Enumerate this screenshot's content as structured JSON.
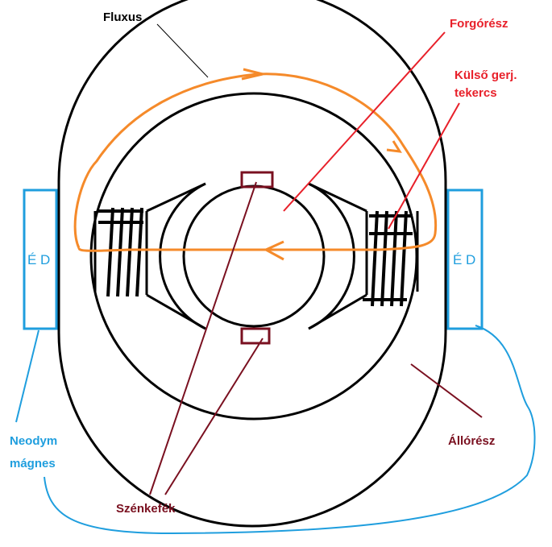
{
  "title": "Motor diagram",
  "colors": {
    "outline": "#000000",
    "flux": "#f58a2a",
    "red": "#e8202a",
    "darkred": "#7a1020",
    "blue": "#1f9ede"
  },
  "labels": {
    "fluxus": "Fluxus",
    "forgoresz": "Forgórész",
    "kulso_line1": "Külső gerj.",
    "kulso_line2": "tekercs",
    "neodym_line1": "Neodym",
    "neodym_line2": "mágnes",
    "alloresz": "Állórész",
    "szenkefek": "Szénkefék",
    "magnet_left": "É D",
    "magnet_right": "É D"
  }
}
